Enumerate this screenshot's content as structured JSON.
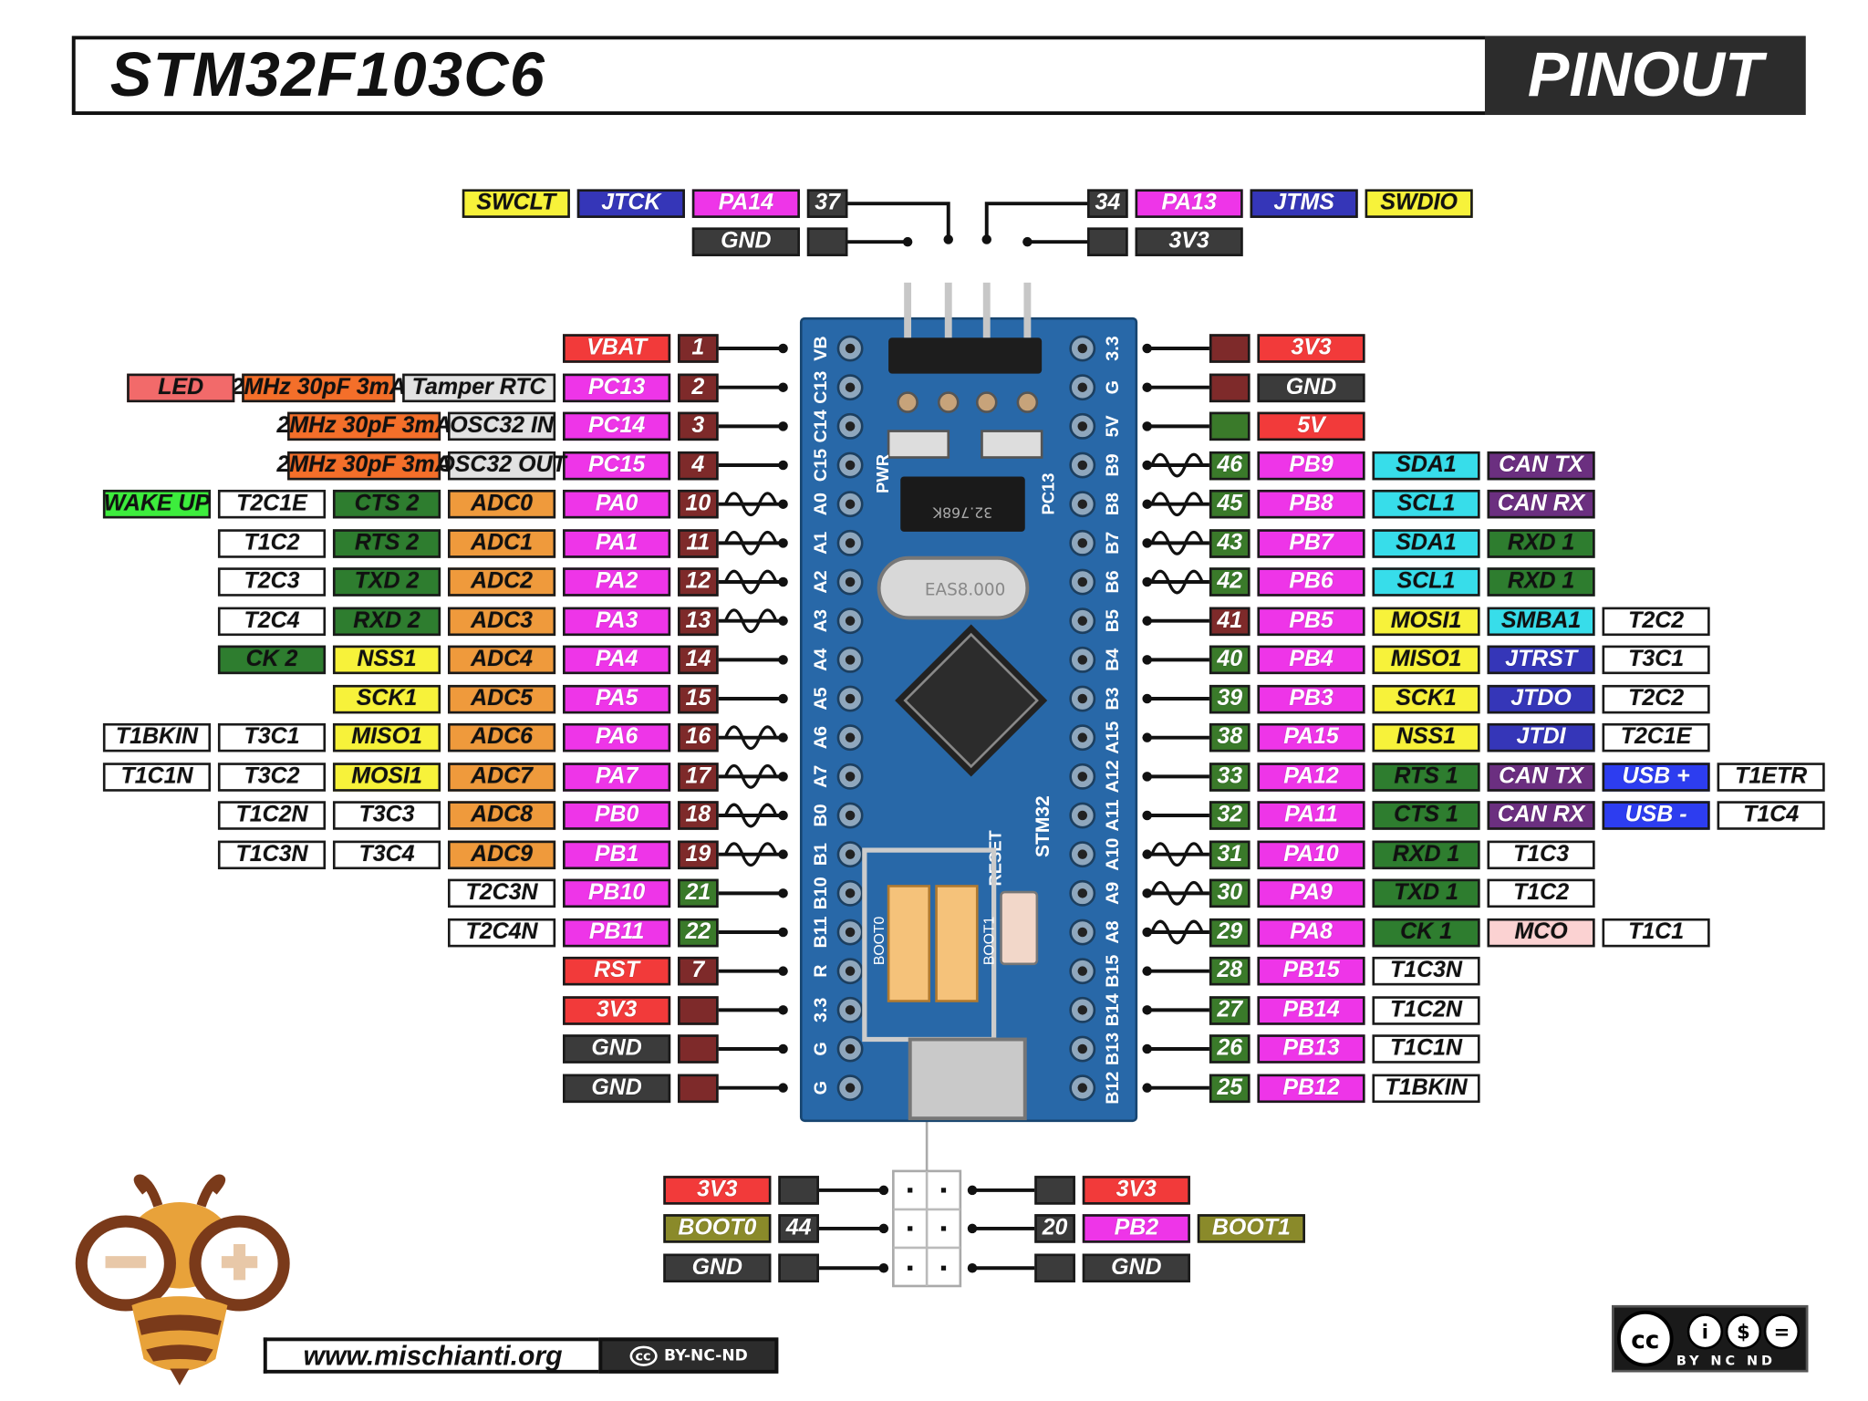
{
  "title": "STM32F103C6",
  "pinout_label": "PINOUT",
  "website": "www.mischianti.org",
  "license_small": "BY-NC-ND",
  "license_logo_text": "BY NC ND",
  "icons": {
    "bee": "bee-logo-icon",
    "cc": "creative-commons-icon",
    "pwm": "pwm-wave-icon"
  },
  "colors": {
    "white": "#ffffff",
    "gray": "#e2e2e2",
    "magenta": "#ee35e8",
    "darkred": "#7e2a2a",
    "red": "#f23a3a",
    "dark": "#3b3b3b",
    "green": "#2e7d2f",
    "orange": "#ef9a3c",
    "yellow": "#f7f23a",
    "cyan": "#37ddea",
    "purple": "#6b2f80",
    "blue": "#3536b8",
    "brightblue": "#2d3df0",
    "lime": "#3ded3d",
    "salmon": "#f26a6a",
    "darkorange": "#f46f2a",
    "olive": "#8a8a2a",
    "pink": "#fbd2d2",
    "board": "#2868a8"
  },
  "board_silkscreen": {
    "left": [
      "VB",
      "C13",
      "C14",
      "C15",
      "A0",
      "A1",
      "A2",
      "A3",
      "A4",
      "A5",
      "A6",
      "A7",
      "B0",
      "B1",
      "B10",
      "B11",
      "R",
      "3.3",
      "G",
      "G"
    ],
    "right": [
      "3.3",
      "G",
      "5V",
      "B9",
      "B8",
      "B7",
      "B6",
      "B5",
      "B4",
      "B3",
      "A15",
      "A12",
      "A11",
      "A10",
      "A9",
      "A8",
      "B15",
      "B14",
      "B13",
      "B12"
    ],
    "pwr": "PWR",
    "pc13": "PC13",
    "crystal": "EAS8.000",
    "rtc_crystal": "32.768K",
    "chip": "STM32",
    "boot0": "BOOT0",
    "boot1": "BOOT1",
    "reset": "RESET"
  },
  "left_rows": [
    {
      "pwm": false,
      "labels": [
        {
          "t": "VBAT",
          "c": "red"
        },
        {
          "t": "1",
          "c": "darkred"
        }
      ]
    },
    {
      "pwm": false,
      "labels": [
        {
          "t": "LED",
          "c": "salmon"
        },
        {
          "t": "2MHz 30pF 3mA",
          "c": "darkorange"
        },
        {
          "t": "Tamper RTC",
          "c": "gray"
        },
        {
          "t": "PC13",
          "c": "magenta"
        },
        {
          "t": "2",
          "c": "darkred"
        }
      ]
    },
    {
      "pwm": false,
      "labels": [
        {
          "t": "2MHz 30pF 3mA",
          "c": "darkorange"
        },
        {
          "t": "OSC32 IN",
          "c": "gray"
        },
        {
          "t": "PC14",
          "c": "magenta"
        },
        {
          "t": "3",
          "c": "darkred"
        }
      ]
    },
    {
      "pwm": false,
      "labels": [
        {
          "t": "2MHz 30pF 3mA",
          "c": "darkorange"
        },
        {
          "t": "OSC32 OUT",
          "c": "gray"
        },
        {
          "t": "PC15",
          "c": "magenta"
        },
        {
          "t": "4",
          "c": "darkred"
        }
      ]
    },
    {
      "pwm": true,
      "labels": [
        {
          "t": "WAKE UP",
          "c": "lime"
        },
        {
          "t": "T2C1E",
          "c": "white"
        },
        {
          "t": "CTS 2",
          "c": "green"
        },
        {
          "t": "ADC0",
          "c": "orange"
        },
        {
          "t": "PA0",
          "c": "magenta"
        },
        {
          "t": "10",
          "c": "darkred"
        }
      ]
    },
    {
      "pwm": true,
      "labels": [
        {
          "t": "T1C2",
          "c": "white"
        },
        {
          "t": "RTS 2",
          "c": "green"
        },
        {
          "t": "ADC1",
          "c": "orange"
        },
        {
          "t": "PA1",
          "c": "magenta"
        },
        {
          "t": "11",
          "c": "darkred"
        }
      ]
    },
    {
      "pwm": true,
      "labels": [
        {
          "t": "T2C3",
          "c": "white"
        },
        {
          "t": "TXD 2",
          "c": "green"
        },
        {
          "t": "ADC2",
          "c": "orange"
        },
        {
          "t": "PA2",
          "c": "magenta"
        },
        {
          "t": "12",
          "c": "darkred"
        }
      ]
    },
    {
      "pwm": true,
      "labels": [
        {
          "t": "T2C4",
          "c": "white"
        },
        {
          "t": "RXD 2",
          "c": "green"
        },
        {
          "t": "ADC3",
          "c": "orange"
        },
        {
          "t": "PA3",
          "c": "magenta"
        },
        {
          "t": "13",
          "c": "darkred"
        }
      ]
    },
    {
      "pwm": false,
      "labels": [
        {
          "t": "CK 2",
          "c": "green"
        },
        {
          "t": "NSS1",
          "c": "yellow"
        },
        {
          "t": "ADC4",
          "c": "orange"
        },
        {
          "t": "PA4",
          "c": "magenta"
        },
        {
          "t": "14",
          "c": "darkred"
        }
      ]
    },
    {
      "pwm": false,
      "labels": [
        {
          "t": "SCK1",
          "c": "yellow"
        },
        {
          "t": "ADC5",
          "c": "orange"
        },
        {
          "t": "PA5",
          "c": "magenta"
        },
        {
          "t": "15",
          "c": "darkred"
        }
      ]
    },
    {
      "pwm": true,
      "labels": [
        {
          "t": "T1BKIN",
          "c": "white"
        },
        {
          "t": "T3C1",
          "c": "white"
        },
        {
          "t": "MISO1",
          "c": "yellow"
        },
        {
          "t": "ADC6",
          "c": "orange"
        },
        {
          "t": "PA6",
          "c": "magenta"
        },
        {
          "t": "16",
          "c": "darkred"
        }
      ]
    },
    {
      "pwm": true,
      "labels": [
        {
          "t": "T1C1N",
          "c": "white"
        },
        {
          "t": "T3C2",
          "c": "white"
        },
        {
          "t": "MOSI1",
          "c": "yellow"
        },
        {
          "t": "ADC7",
          "c": "orange"
        },
        {
          "t": "PA7",
          "c": "magenta"
        },
        {
          "t": "17",
          "c": "darkred"
        }
      ]
    },
    {
      "pwm": true,
      "labels": [
        {
          "t": "T1C2N",
          "c": "white"
        },
        {
          "t": "T3C3",
          "c": "white"
        },
        {
          "t": "ADC8",
          "c": "orange"
        },
        {
          "t": "PB0",
          "c": "magenta"
        },
        {
          "t": "18",
          "c": "darkred"
        }
      ]
    },
    {
      "pwm": true,
      "labels": [
        {
          "t": "T1C3N",
          "c": "white"
        },
        {
          "t": "T3C4",
          "c": "white"
        },
        {
          "t": "ADC9",
          "c": "orange"
        },
        {
          "t": "PB1",
          "c": "magenta"
        },
        {
          "t": "19",
          "c": "darkred"
        }
      ]
    },
    {
      "pwm": false,
      "labels": [
        {
          "t": "T2C3N",
          "c": "white"
        },
        {
          "t": "PB10",
          "c": "magenta"
        },
        {
          "t": "21",
          "c": "pgreen"
        }
      ]
    },
    {
      "pwm": false,
      "labels": [
        {
          "t": "T2C4N",
          "c": "white"
        },
        {
          "t": "PB11",
          "c": "magenta"
        },
        {
          "t": "22",
          "c": "pgreen"
        }
      ]
    },
    {
      "pwm": false,
      "labels": [
        {
          "t": "RST",
          "c": "red"
        },
        {
          "t": "7",
          "c": "darkred"
        }
      ]
    },
    {
      "pwm": false,
      "labels": [
        {
          "t": "3V3",
          "c": "red"
        },
        {
          "t": "",
          "c": "darkred"
        }
      ]
    },
    {
      "pwm": false,
      "labels": [
        {
          "t": "GND",
          "c": "dark"
        },
        {
          "t": "",
          "c": "darkred"
        }
      ]
    },
    {
      "pwm": false,
      "labels": [
        {
          "t": "GND",
          "c": "dark"
        },
        {
          "t": "",
          "c": "darkred"
        }
      ]
    }
  ],
  "right_rows": [
    {
      "pwm": false,
      "labels": [
        {
          "t": "",
          "c": "darkred"
        },
        {
          "t": "3V3",
          "c": "red"
        }
      ]
    },
    {
      "pwm": false,
      "labels": [
        {
          "t": "",
          "c": "darkred"
        },
        {
          "t": "GND",
          "c": "dark"
        }
      ]
    },
    {
      "pwm": false,
      "labels": [
        {
          "t": "",
          "c": "pgreen"
        },
        {
          "t": "5V",
          "c": "red"
        }
      ]
    },
    {
      "pwm": true,
      "labels": [
        {
          "t": "46",
          "c": "pgreen"
        },
        {
          "t": "PB9",
          "c": "magenta"
        },
        {
          "t": "SDA1",
          "c": "cyan"
        },
        {
          "t": "CAN TX",
          "c": "purple"
        }
      ]
    },
    {
      "pwm": true,
      "labels": [
        {
          "t": "45",
          "c": "pgreen"
        },
        {
          "t": "PB8",
          "c": "magenta"
        },
        {
          "t": "SCL1",
          "c": "cyan"
        },
        {
          "t": "CAN RX",
          "c": "purple"
        }
      ]
    },
    {
      "pwm": true,
      "labels": [
        {
          "t": "43",
          "c": "pgreen"
        },
        {
          "t": "PB7",
          "c": "magenta"
        },
        {
          "t": "SDA1",
          "c": "cyan"
        },
        {
          "t": "RXD 1",
          "c": "green"
        }
      ]
    },
    {
      "pwm": true,
      "labels": [
        {
          "t": "42",
          "c": "pgreen"
        },
        {
          "t": "PB6",
          "c": "magenta"
        },
        {
          "t": "SCL1",
          "c": "cyan"
        },
        {
          "t": "RXD 1",
          "c": "green"
        }
      ]
    },
    {
      "pwm": false,
      "labels": [
        {
          "t": "41",
          "c": "darkred"
        },
        {
          "t": "PB5",
          "c": "magenta"
        },
        {
          "t": "MOSI1",
          "c": "yellow"
        },
        {
          "t": "SMBA1",
          "c": "cyan"
        },
        {
          "t": "T2C2",
          "c": "white"
        }
      ]
    },
    {
      "pwm": false,
      "labels": [
        {
          "t": "40",
          "c": "pgreen"
        },
        {
          "t": "PB4",
          "c": "magenta"
        },
        {
          "t": "MISO1",
          "c": "yellow"
        },
        {
          "t": "JTRST",
          "c": "blue"
        },
        {
          "t": "T3C1",
          "c": "white"
        }
      ]
    },
    {
      "pwm": false,
      "labels": [
        {
          "t": "39",
          "c": "pgreen"
        },
        {
          "t": "PB3",
          "c": "magenta"
        },
        {
          "t": "SCK1",
          "c": "yellow"
        },
        {
          "t": "JTDO",
          "c": "blue"
        },
        {
          "t": "T2C2",
          "c": "white"
        }
      ]
    },
    {
      "pwm": false,
      "labels": [
        {
          "t": "38",
          "c": "pgreen"
        },
        {
          "t": "PA15",
          "c": "magenta"
        },
        {
          "t": "NSS1",
          "c": "yellow"
        },
        {
          "t": "JTDI",
          "c": "blue"
        },
        {
          "t": "T2C1E",
          "c": "white"
        }
      ]
    },
    {
      "pwm": false,
      "labels": [
        {
          "t": "33",
          "c": "pgreen"
        },
        {
          "t": "PA12",
          "c": "magenta"
        },
        {
          "t": "RTS 1",
          "c": "green"
        },
        {
          "t": "CAN TX",
          "c": "purple"
        },
        {
          "t": "USB +",
          "c": "brightblue"
        },
        {
          "t": "T1ETR",
          "c": "white"
        }
      ]
    },
    {
      "pwm": false,
      "labels": [
        {
          "t": "32",
          "c": "pgreen"
        },
        {
          "t": "PA11",
          "c": "magenta"
        },
        {
          "t": "CTS 1",
          "c": "green"
        },
        {
          "t": "CAN RX",
          "c": "purple"
        },
        {
          "t": "USB -",
          "c": "brightblue"
        },
        {
          "t": "T1C4",
          "c": "white"
        }
      ]
    },
    {
      "pwm": true,
      "labels": [
        {
          "t": "31",
          "c": "pgreen"
        },
        {
          "t": "PA10",
          "c": "magenta"
        },
        {
          "t": "RXD 1",
          "c": "green"
        },
        {
          "t": "T1C3",
          "c": "white"
        }
      ]
    },
    {
      "pwm": true,
      "labels": [
        {
          "t": "30",
          "c": "pgreen"
        },
        {
          "t": "PA9",
          "c": "magenta"
        },
        {
          "t": "TXD 1",
          "c": "green"
        },
        {
          "t": "T1C2",
          "c": "white"
        }
      ]
    },
    {
      "pwm": true,
      "labels": [
        {
          "t": "29",
          "c": "pgreen"
        },
        {
          "t": "PA8",
          "c": "magenta"
        },
        {
          "t": "CK 1",
          "c": "green"
        },
        {
          "t": "MCO",
          "c": "pink"
        },
        {
          "t": "T1C1",
          "c": "white"
        }
      ]
    },
    {
      "pwm": false,
      "labels": [
        {
          "t": "28",
          "c": "pgreen"
        },
        {
          "t": "PB15",
          "c": "magenta"
        },
        {
          "t": "T1C3N",
          "c": "white"
        }
      ]
    },
    {
      "pwm": false,
      "labels": [
        {
          "t": "27",
          "c": "pgreen"
        },
        {
          "t": "PB14",
          "c": "magenta"
        },
        {
          "t": "T1C2N",
          "c": "white"
        }
      ]
    },
    {
      "pwm": false,
      "labels": [
        {
          "t": "26",
          "c": "pgreen"
        },
        {
          "t": "PB13",
          "c": "magenta"
        },
        {
          "t": "T1C1N",
          "c": "white"
        }
      ]
    },
    {
      "pwm": false,
      "labels": [
        {
          "t": "25",
          "c": "pgreen"
        },
        {
          "t": "PB12",
          "c": "magenta"
        },
        {
          "t": "T1BKIN",
          "c": "white"
        }
      ]
    }
  ],
  "top_header": {
    "left_upper": [
      {
        "t": "SWCLT",
        "c": "yellow"
      },
      {
        "t": "JTCK",
        "c": "blue"
      },
      {
        "t": "PA14",
        "c": "magenta"
      },
      {
        "t": "37",
        "c": "dark"
      }
    ],
    "left_lower": [
      {
        "t": "GND",
        "c": "dark"
      },
      {
        "t": "",
        "c": "dark"
      }
    ],
    "right_upper": [
      {
        "t": "34",
        "c": "dark"
      },
      {
        "t": "PA13",
        "c": "magenta"
      },
      {
        "t": "JTMS",
        "c": "blue"
      },
      {
        "t": "SWDIO",
        "c": "yellow"
      }
    ],
    "right_lower": [
      {
        "t": "",
        "c": "dark"
      },
      {
        "t": "3V3",
        "c": "dark"
      }
    ]
  },
  "bottom_header": {
    "left": [
      [
        {
          "t": "3V3",
          "c": "red"
        },
        {
          "t": "",
          "c": "dark"
        }
      ],
      [
        {
          "t": "BOOT0",
          "c": "olive"
        },
        {
          "t": "44",
          "c": "dark"
        }
      ],
      [
        {
          "t": "GND",
          "c": "dark"
        },
        {
          "t": "",
          "c": "dark"
        }
      ]
    ],
    "right": [
      [
        {
          "t": "",
          "c": "dark"
        },
        {
          "t": "3V3",
          "c": "red"
        }
      ],
      [
        {
          "t": "20",
          "c": "dark"
        },
        {
          "t": "PB2",
          "c": "magenta"
        },
        {
          "t": "BOOT1",
          "c": "olive"
        }
      ],
      [
        {
          "t": "",
          "c": "dark"
        },
        {
          "t": "GND",
          "c": "dark"
        }
      ]
    ]
  }
}
